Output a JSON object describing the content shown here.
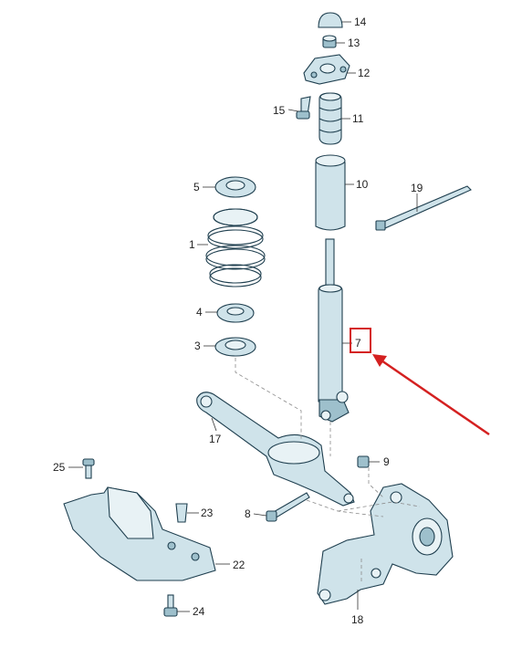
{
  "callouts": [
    {
      "id": "14",
      "label": "14"
    },
    {
      "id": "13",
      "label": "13"
    },
    {
      "id": "12",
      "label": "12"
    },
    {
      "id": "15",
      "label": "15"
    },
    {
      "id": "11",
      "label": "11"
    },
    {
      "id": "10",
      "label": "10"
    },
    {
      "id": "19",
      "label": "19"
    },
    {
      "id": "5",
      "label": "5"
    },
    {
      "id": "1",
      "label": "1"
    },
    {
      "id": "4",
      "label": "4"
    },
    {
      "id": "3",
      "label": "3"
    },
    {
      "id": "7",
      "label": "7"
    },
    {
      "id": "17",
      "label": "17"
    },
    {
      "id": "9",
      "label": "9"
    },
    {
      "id": "25",
      "label": "25"
    },
    {
      "id": "23",
      "label": "23"
    },
    {
      "id": "8",
      "label": "8"
    },
    {
      "id": "22",
      "label": "22"
    },
    {
      "id": "24",
      "label": "24"
    },
    {
      "id": "18",
      "label": "18"
    }
  ],
  "colors": {
    "part_fill": "#cfe3ea",
    "part_outline": "#1f3f4f",
    "highlight": "#d42020"
  },
  "highlight_target": "7"
}
